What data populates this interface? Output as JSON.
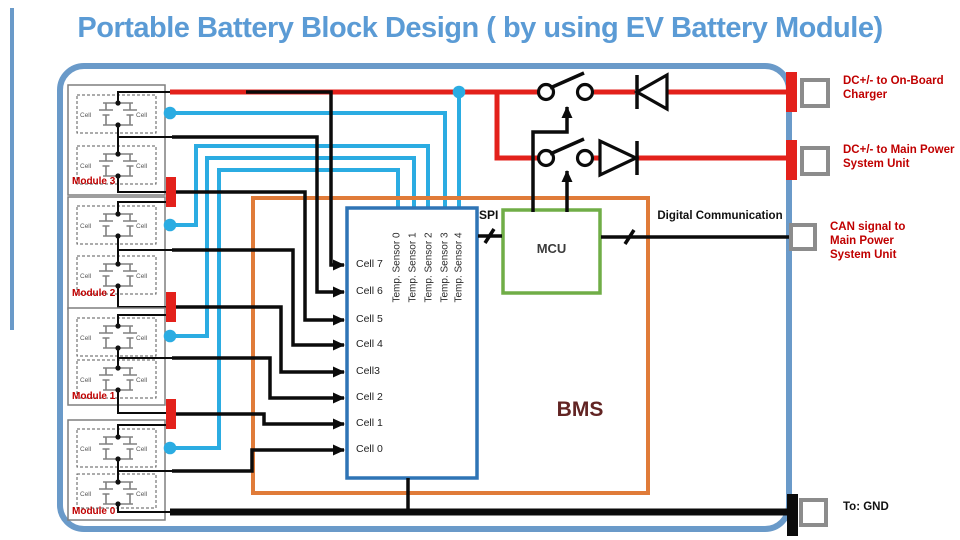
{
  "title": "Portable Battery Block Design ( by using EV Battery Module)",
  "colors": {
    "title_blue": "#5B9BD5",
    "container_blue": "#6A9AC9",
    "power_red": "#E3211B",
    "signal_cyan": "#2BACE2",
    "bms_orange": "#E07B39",
    "mcu_green": "#70AD47",
    "afe_blue": "#2E74B5",
    "label_dark_red": "#C00000"
  },
  "modules": {
    "labels": [
      "Module 3",
      "Module 2",
      "Module 1",
      "Module 0"
    ],
    "cell_label": "Cell"
  },
  "afe": {
    "cells": [
      "Cell 7",
      "Cell 6",
      "Cell 5",
      "Cell 4",
      "Cell3",
      "Cell 2",
      "Cell 1",
      "Cell 0"
    ],
    "temp_sensors": [
      "Temp. Sensor 0",
      "Temp. Sensor 1",
      "Temp. Sensor 2",
      "Temp. Sensor 3",
      "Temp. Sensor 4"
    ]
  },
  "bms": {
    "label": "BMS",
    "mcu_label": "MCU",
    "spi_label": "SPI"
  },
  "connections": {
    "digital_communication": "Digital Communication",
    "dc_onboard": "DC+/- to On-Board Charger",
    "dc_main": "DC+/- to Main Power System Unit",
    "can_signal": "CAN signal to Main Power System Unit",
    "gnd": "To: GND"
  }
}
